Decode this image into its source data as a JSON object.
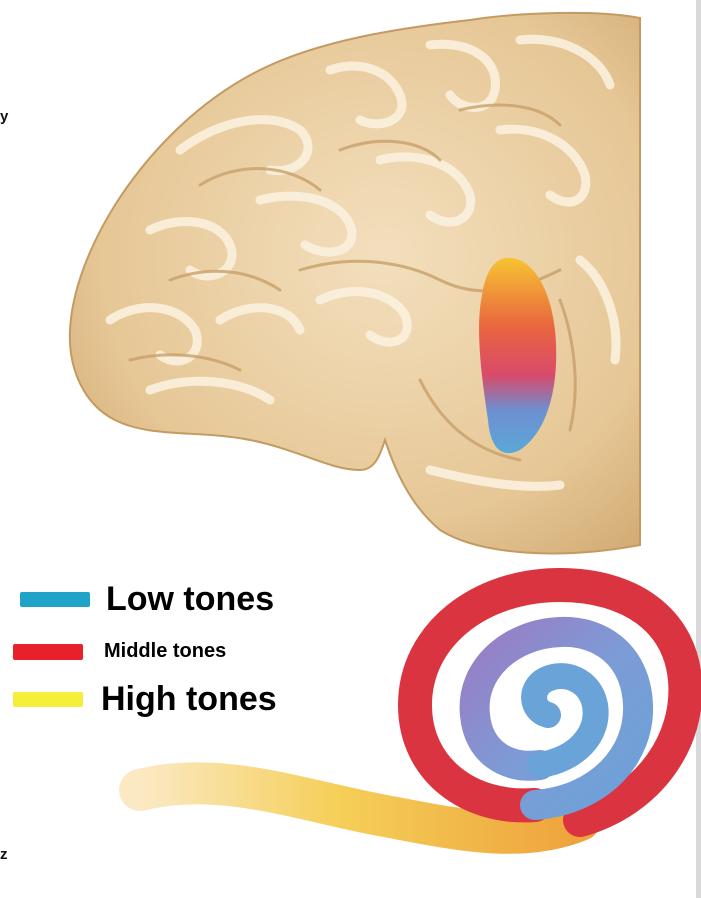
{
  "edge_text": {
    "top": "y",
    "bottom": "z"
  },
  "legend": {
    "items": [
      {
        "label": "Low tones",
        "color": "#1fa3c9"
      },
      {
        "label": "Middle tones",
        "color": "#e8202a"
      },
      {
        "label": "High tones",
        "color": "#f4ef3a"
      }
    ]
  },
  "colors": {
    "brain": "#e9cfa3",
    "brain_shadow": "#c49a62",
    "cochlea_red": "#d9343f",
    "cochlea_blue": "#6aa3d8",
    "cochlea_yellow": "#f2c24a"
  }
}
